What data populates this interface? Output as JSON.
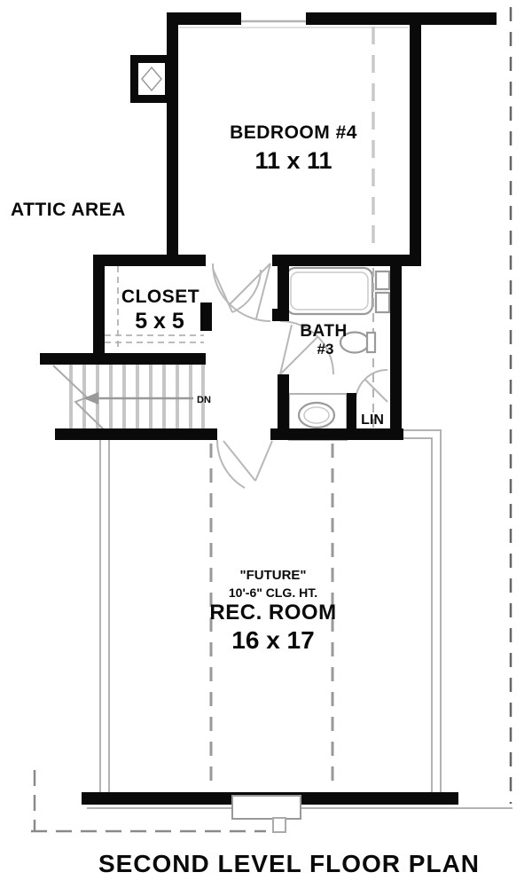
{
  "title": "SECOND LEVEL FLOOR PLAN",
  "plan": {
    "attic_label": "ATTIC AREA",
    "bedroom": {
      "name": "BEDROOM #4",
      "size": "11 x 11"
    },
    "closet": {
      "name": "CLOSET",
      "size": "5 x 5"
    },
    "bath": {
      "name": "BATH",
      "number": "#3"
    },
    "linen": {
      "name": "LIN"
    },
    "stairs": {
      "direction": "DN"
    },
    "rec_room": {
      "future": "\"FUTURE\"",
      "ceiling": "10'-6\" CLG. HT.",
      "name": "REC. ROOM",
      "size": "16 x 17"
    }
  },
  "colors": {
    "wall": "#0a0a0a",
    "line_gray": "#b3b3b3",
    "fixture_gray": "#9a9a9a",
    "dash_gray": "#8c8c8c",
    "background": "#ffffff"
  }
}
